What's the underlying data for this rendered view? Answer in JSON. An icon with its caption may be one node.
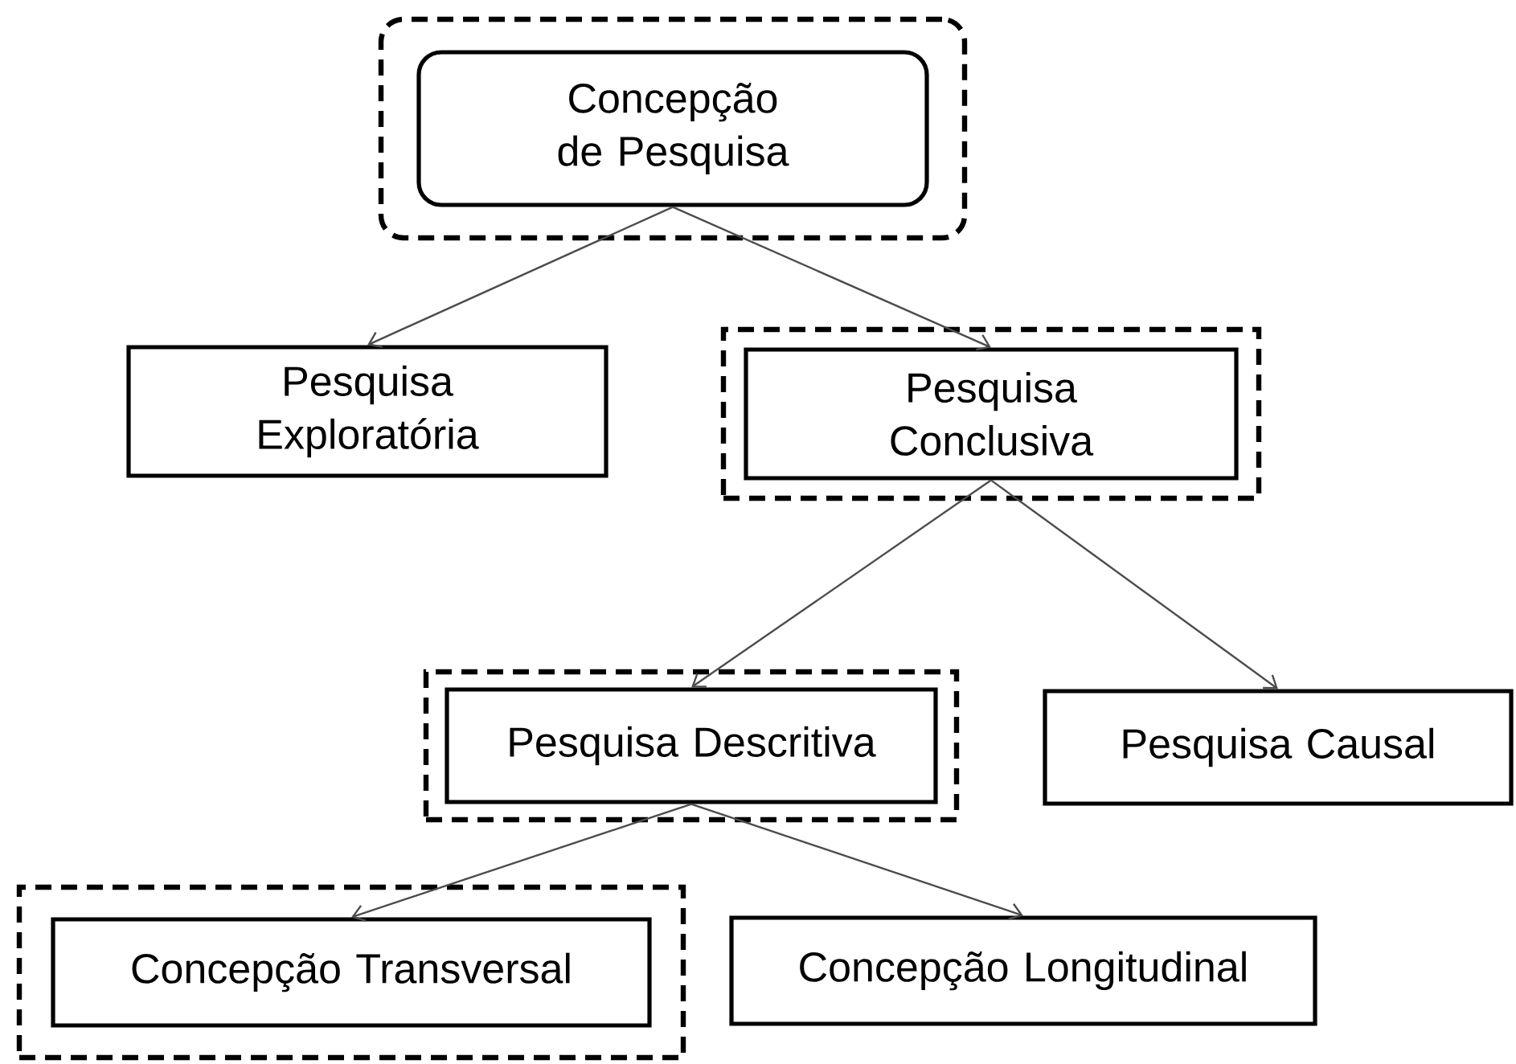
{
  "diagram": {
    "nodes": [
      {
        "text": [],
        "shape": "box"
      },
      {
        "text": [
          "Concepção de Pesquisa"
        ],
        "in": 0
      },
      {
        "text": [
          "Pesquisa Exploratória"
        ]
      },
      {
        "text": [],
        "shape": "box"
      },
      {
        "text": [
          "Pesquisa Conclusiva"
        ],
        "in": 3
      },
      {
        "text": [],
        "shape": "box"
      },
      {
        "text": [
          "Pesquisa Descritiva"
        ],
        "in": 5
      },
      {
        "text": [
          "Pesquisa Causal"
        ]
      },
      {
        "text": [],
        "shape": "box"
      },
      {
        "text": [
          "Concepção Transversal"
        ],
        "in": 8
      },
      {
        "text": [
          "Concepção Longitudinal"
        ]
      }
    ],
    "edges": [
      {
        "from": 1,
        "to": 2,
        "arrow": "to"
      },
      {
        "from": 1,
        "to": 4,
        "arrow": "to"
      },
      {
        "from": 4,
        "to": 6,
        "arrow": "to"
      },
      {
        "from": 4,
        "to": 7,
        "arrow": "to"
      },
      {
        "from": 6,
        "to": 9,
        "arrow": "to"
      },
      {
        "from": 6,
        "to": 10,
        "arrow": "to"
      }
    ]
  }
}
